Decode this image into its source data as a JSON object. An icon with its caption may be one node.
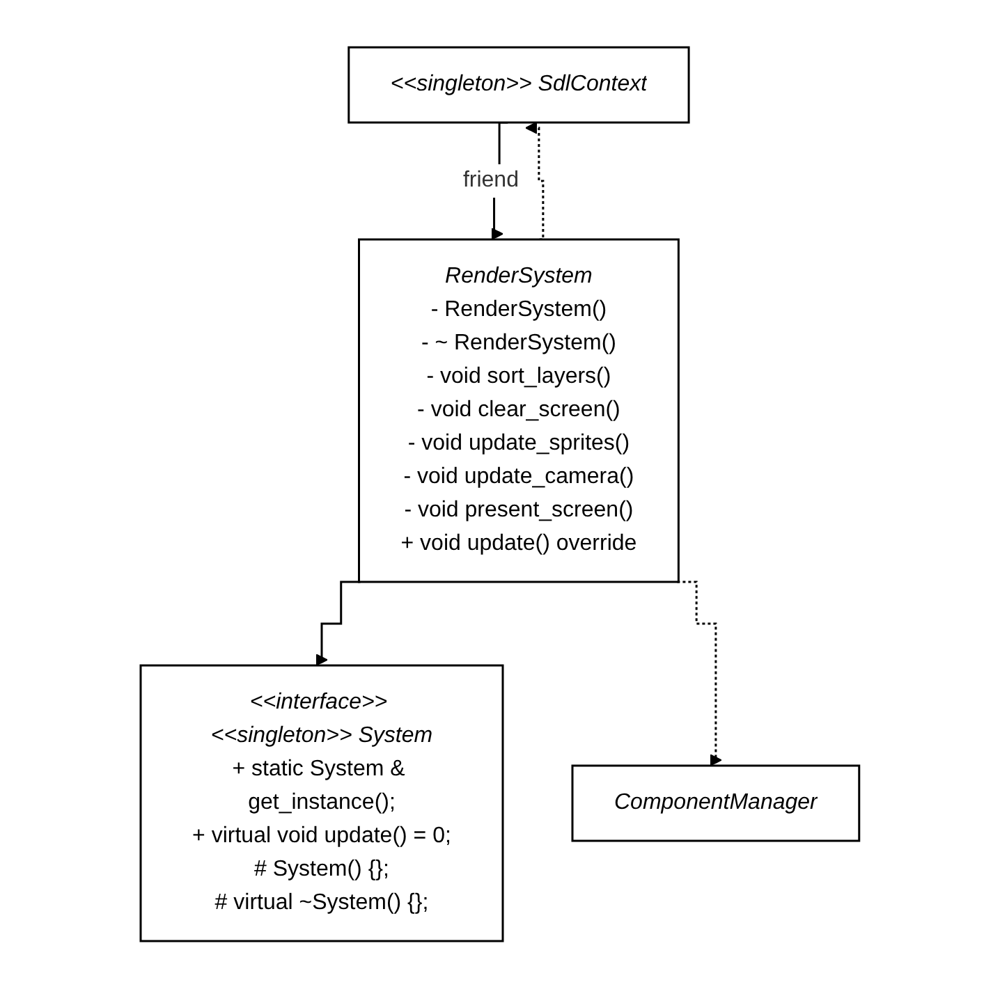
{
  "diagram": {
    "nodes": [
      {
        "text": [
          "<<singleton>> SdlContext"
        ]
      },
      {
        "text": [
          "<<interface>> <<singleton>> System",
          "+ static System & get_instance();",
          "+ virtual void update() = 0;",
          "# System() {};",
          "# virtual ~System() {};"
        ]
      },
      {
        "text": [
          "RenderSystem",
          "- RenderSystem()",
          "- ~ RenderSystem()",
          "- void sort_layers()",
          "- void clear_screen()",
          "- void update_sprites()",
          "- void update_camera()",
          "- void present_screen()",
          "+ void update() override"
        ]
      },
      {
        "text": [
          "ComponentManager"
        ]
      }
    ],
    "edges": [
      {
        "from": 0,
        "to": 2,
        "arrow": "to",
        "label": "friend"
      },
      {
        "from": 2,
        "to": 0,
        "arrow": "to",
        "style": "dashed"
      },
      {
        "from": 2,
        "to": 1,
        "arrow": "to"
      },
      {
        "from": 2,
        "to": 3,
        "arrow": "to",
        "style": "dashed"
      }
    ]
  }
}
